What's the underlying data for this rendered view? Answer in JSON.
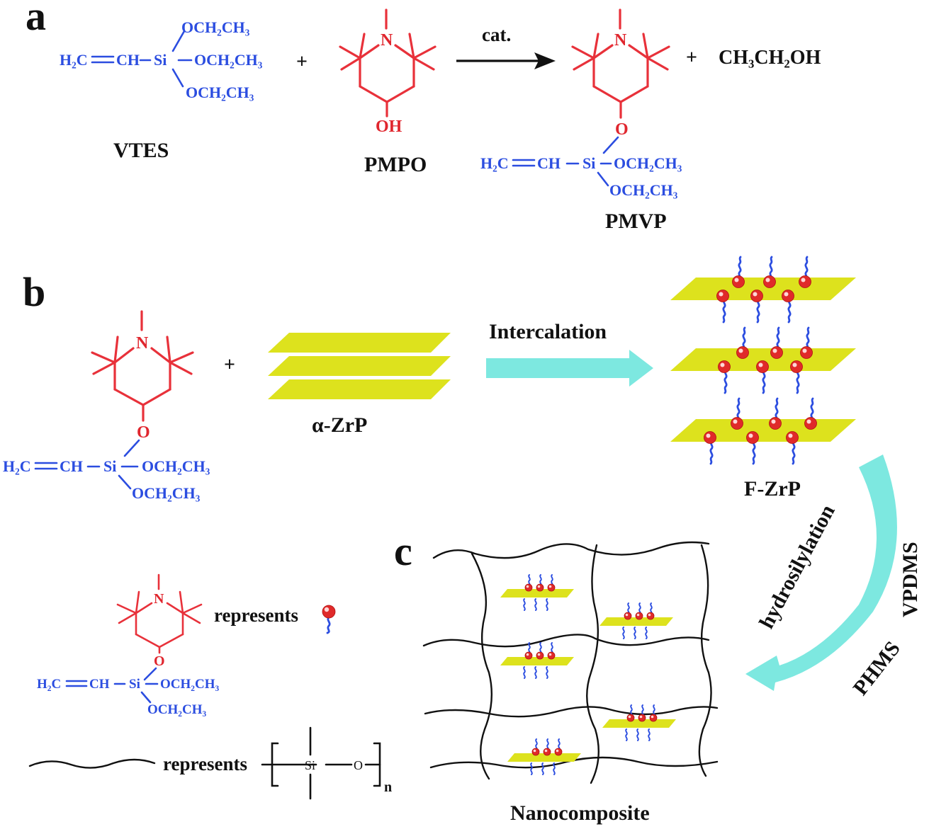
{
  "panels": {
    "a": "a",
    "b": "b",
    "c": "c"
  },
  "panel_a": {
    "plus1": "+",
    "plus2": "+",
    "arrow_label": "cat.",
    "byproduct": "CH₃CH₂OH",
    "vtes_label": "VTES",
    "pmpo_label": "PMPO",
    "pmvp_label": "PMVP",
    "oh": "OH"
  },
  "chem": {
    "h2c": "H₂C",
    "ch": "CH",
    "si": "Si",
    "oet": "OCH₂CH₃",
    "o": "O",
    "n": "N"
  },
  "panel_b": {
    "plus": "+",
    "zrp_label": "α-ZrP",
    "intercalation_label": "Intercalation",
    "fzrp_label": "F-ZrP",
    "vpdms_label": "VPDMS",
    "hydrosilylation_label": "hydrosilylation",
    "phms_label": "PHMS"
  },
  "panel_c": {
    "nanocomposite_label": "Nanocomposite"
  },
  "legend": {
    "represents1": "represents",
    "represents2": "represents",
    "si": "Si",
    "o": "O",
    "n_sub": "n"
  },
  "colors": {
    "molecule_core": "#e8313a",
    "silane": "#2b4de0",
    "zrp_sheet": "#dde21d",
    "process_arrow": "#7de8e0",
    "reaction_arrow": "#111111"
  }
}
